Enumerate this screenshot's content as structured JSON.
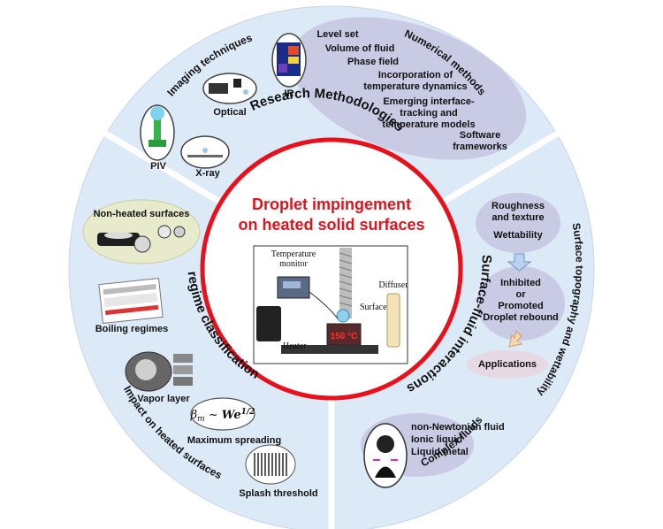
{
  "center": {
    "title_line1": "Droplet impingement",
    "title_line2": "on heated solid surfaces",
    "apparatus": {
      "temperature_monitor": "Temperature\nmonitor",
      "diffuser": "Diffuser",
      "surface": "Surface",
      "heater": "Heater",
      "heater_temp": "150 °C"
    }
  },
  "research_methodologies": {
    "title": "Research Methodologies",
    "imaging": {
      "title": "Imaging techniques",
      "items": [
        "PIV",
        "X-ray",
        "Optical",
        "IR"
      ]
    },
    "numerical": {
      "title": "Numerical methods",
      "items": [
        "Level set",
        "Volume of fluid",
        "Phase field",
        "Incorporation of\ntemperature dynamics",
        "Emerging interface-\ntracking and\ntemperature models",
        "Software\nframeworks"
      ]
    }
  },
  "regime_classification": {
    "title": "regime classification",
    "outer_title": "Impact on heated surfaces",
    "items": [
      "Non-heated surfaces",
      "Boiling regimes",
      "Vapor layer",
      "Maximum spreading",
      "Splash threshold"
    ],
    "formula": {
      "lhs": "β",
      "lhs_sub": "m",
      "op": " ~ ",
      "rhs": "We",
      "rhs_sup": "1/2"
    }
  },
  "surface_fluid_interactions": {
    "title": "Surface-fluid interactions",
    "topography_title": "Surface topography and wettability",
    "items": [
      "Roughness\nand texture",
      "Wettability",
      "Inhibited\nor\nPromoted\nDroplet rebound",
      "Applications"
    ],
    "complex_fluids": {
      "title": "Complex fluids",
      "items": [
        "non-Newtonian fluid",
        "Ionic liquid",
        "Liquid metal"
      ]
    }
  },
  "colors": {
    "sector_fill": "#dce9f6",
    "ellipse_fill": "#c9cbe4",
    "ring_red": "#e8101a",
    "title_red": "#e0141c",
    "nonheated_fill": "#e7eacb"
  }
}
